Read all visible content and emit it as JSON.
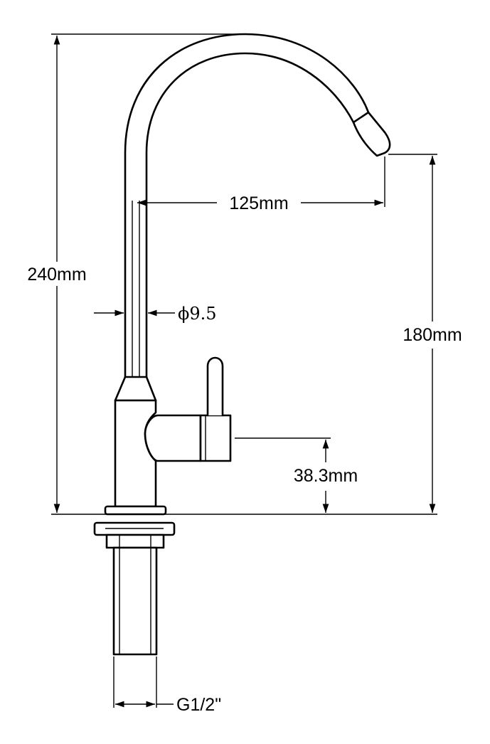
{
  "diagram": {
    "dimensions": {
      "total_height": "240mm",
      "spout_reach": "125mm",
      "spout_height": "180mm",
      "tube_diameter": "ϕ9.5",
      "handle_height": "38.3mm",
      "thread_size": "G1/2\""
    }
  }
}
